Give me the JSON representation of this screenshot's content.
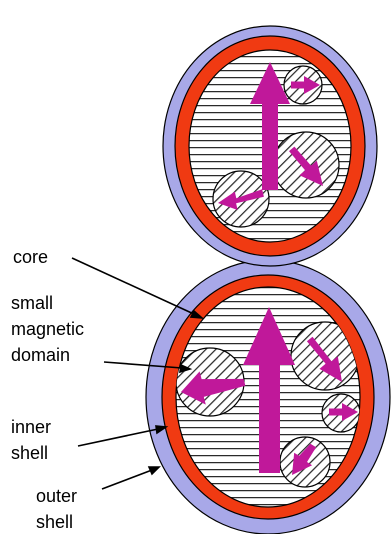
{
  "labels": {
    "core": "core",
    "small_magnetic_domain": [
      "small",
      "magnetic",
      "domain"
    ],
    "inner_shell": [
      "inner",
      "shell"
    ],
    "outer_shell": [
      "outer",
      "shell"
    ]
  },
  "colors": {
    "outer_shell": "#a8a8e8",
    "inner_shell": "#f03a12",
    "core_fill": "#ffffff",
    "core_stripes": "#2a2a2a",
    "arrows": "#c0189a",
    "outline": "#000000"
  },
  "particles": [
    {
      "name": "upper-particle",
      "domains": [
        {
          "name": "small-domain",
          "arrow_direction": "right"
        },
        {
          "name": "right-domain",
          "arrow_direction": "down-right"
        },
        {
          "name": "left-domain",
          "arrow_direction": "left"
        }
      ],
      "main_arrow_direction": "up"
    },
    {
      "name": "lower-particle",
      "domains": [
        {
          "name": "left-domain",
          "arrow_direction": "left"
        },
        {
          "name": "right-domain",
          "arrow_direction": "down-right"
        },
        {
          "name": "small-domain",
          "arrow_direction": "right"
        },
        {
          "name": "bottom-domain",
          "arrow_direction": "down-left"
        }
      ],
      "main_arrow_direction": "up"
    }
  ]
}
